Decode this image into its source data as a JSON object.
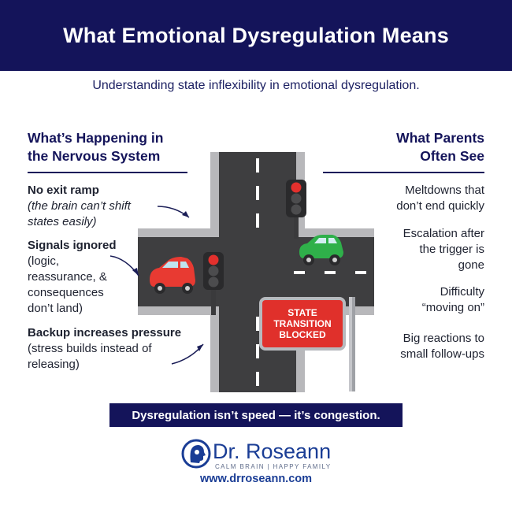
{
  "header": {
    "title": "What Emotional Dysregulation Means"
  },
  "subtitle": "Understanding state inflexibility in emotional dysregulation.",
  "left_column": {
    "heading_line1": "What’s Happening in",
    "heading_line2": "the Nervous System",
    "items": [
      {
        "title": "No exit ramp",
        "desc_line1": "(the brain can’t shift",
        "desc_line2": "states easily)"
      },
      {
        "title": "Signals ignored",
        "desc_line1": "(logic,",
        "desc_line2": "reassurance, &",
        "desc_line3": "consequences",
        "desc_line4": "don’t land)"
      },
      {
        "title": "Backup increases pressure",
        "desc_line1": "(stress builds instead of",
        "desc_line2": "releasing)"
      }
    ]
  },
  "right_column": {
    "heading_line1": "What Parents",
    "heading_line2": "Often See",
    "items": [
      {
        "line1": "Meltdowns that",
        "line2": "don’t end quickly"
      },
      {
        "line1": "Escalation after",
        "line2": "the trigger is",
        "line3": "gone"
      },
      {
        "line1": "Difficulty",
        "line2": "“moving on”"
      },
      {
        "line1": "Big reactions to",
        "line2": "small follow-ups"
      }
    ]
  },
  "sign": {
    "line1": "STATE",
    "line2": "TRANSITION",
    "line3": "BLOCKED"
  },
  "tagline": "Dysregulation isn’t speed — it’s congestion.",
  "brand": {
    "name": "Dr. Roseann",
    "tagline": "CALM BRAIN | HAPPY FAMILY",
    "website": "www.drroseann.com"
  },
  "colors": {
    "navy": "#14145a",
    "road": "#3d3d3f",
    "curb": "#b5b5b8",
    "red_car": "#e83a32",
    "green_car": "#2fb04a",
    "sign_red": "#e0302b",
    "logo_blue": "#1a3d95"
  }
}
